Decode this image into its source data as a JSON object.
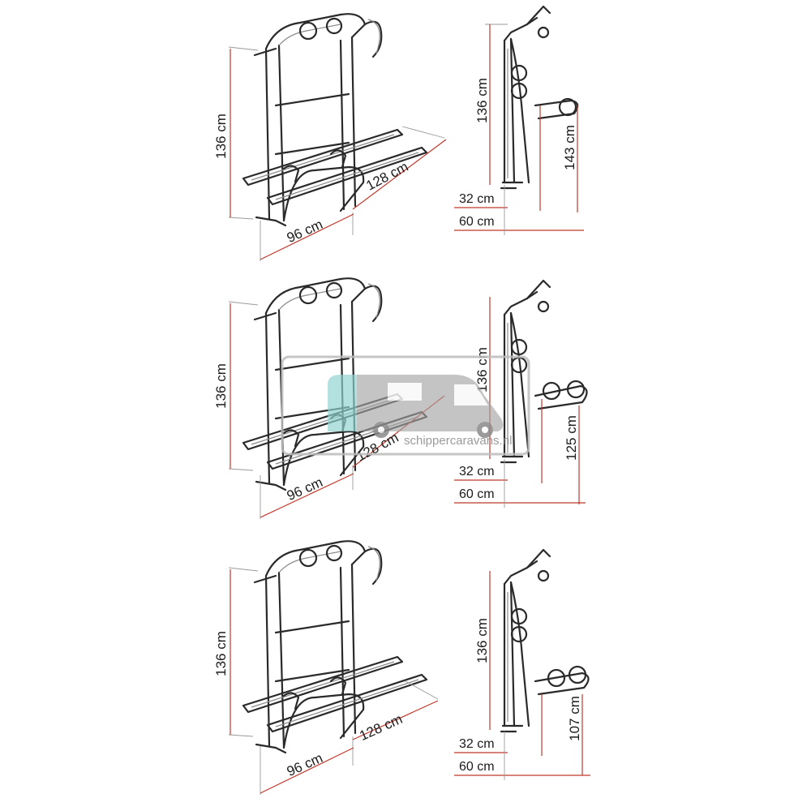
{
  "figures": [
    {
      "id": "top",
      "front": {
        "height": "136 cm",
        "width": "96 cm",
        "depth": "128 cm"
      },
      "side": {
        "height": "136 cm",
        "ground": "143 cm",
        "offset_small": "32 cm",
        "offset_large": "60 cm"
      }
    },
    {
      "id": "middle",
      "front": {
        "height": "136 cm",
        "width": "96 cm",
        "depth": "128 cm"
      },
      "side": {
        "height": "136 cm",
        "ground": "125 cm",
        "offset_small": "32 cm",
        "offset_large": "60 cm"
      }
    },
    {
      "id": "bottom",
      "front": {
        "height": "136 cm",
        "width": "96 cm",
        "depth": "128 cm"
      },
      "side": {
        "height": "136 cm",
        "ground": "107 cm",
        "offset_small": "32 cm",
        "offset_large": "60 cm"
      }
    }
  ],
  "watermark": {
    "text": "schippercaravans.nl",
    "colors": {
      "teal": "#8fd3cf",
      "grey": "#a3a3a3"
    }
  },
  "colors": {
    "dimension_line": "#c0392b",
    "frame": "#2a2a2a"
  }
}
